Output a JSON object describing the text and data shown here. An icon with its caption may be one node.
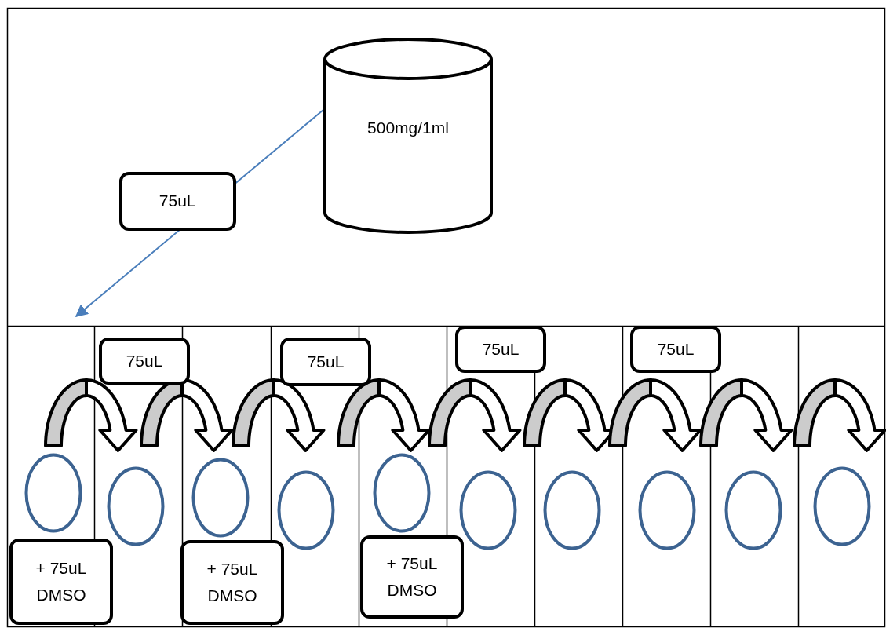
{
  "diagram": {
    "nodes": [
      {
        "text": [
          "500mg/1ml"
        ]
      },
      {
        "text": [
          "75uL"
        ]
      },
      {
        "text": [
          "75uL"
        ]
      },
      {
        "text": [
          "75uL"
        ]
      },
      {
        "text": [
          "75uL"
        ]
      },
      {
        "text": [],
        "shape": "ellipse"
      },
      {
        "text": [],
        "shape": "ellipse"
      },
      {
        "text": [],
        "shape": "ellipse"
      },
      {
        "text": [],
        "shape": "ellipse"
      },
      {
        "text": [],
        "shape": "ellipse"
      },
      {
        "text": [],
        "shape": "ellipse"
      },
      {
        "text": [],
        "shape": "ellipse"
      },
      {
        "text": [],
        "shape": "ellipse"
      },
      {
        "text": [],
        "shape": "ellipse"
      },
      {
        "text": [],
        "shape": "ellipse"
      },
      {
        "text": [
          "+ 75uL DMSO"
        ]
      },
      {
        "text": [
          "+ 75uL DMSO"
        ]
      },
      {
        "text": [
          "+ 75uL DMSO"
        ]
      }
    ],
    "edges": [
      {
        "from": 0,
        "to": null,
        "arrow": "to",
        "label": "75uL",
        "color": "#4a7ebb"
      },
      {
        "from": 5,
        "to": 6,
        "arrow": "to",
        "style": "thick"
      },
      {
        "from": 6,
        "to": 7,
        "arrow": "to",
        "style": "thick"
      },
      {
        "from": 7,
        "to": 8,
        "arrow": "to",
        "style": "thick"
      },
      {
        "from": 8,
        "to": 9,
        "arrow": "to",
        "style": "thick"
      },
      {
        "from": 9,
        "to": 10,
        "arrow": "to",
        "style": "thick"
      },
      {
        "from": 10,
        "to": 11,
        "arrow": "to",
        "style": "thick"
      },
      {
        "from": 11,
        "to": 12,
        "arrow": "to",
        "style": "thick"
      },
      {
        "from": 12,
        "to": 13,
        "arrow": "to",
        "style": "thick"
      },
      {
        "from": 13,
        "to": 14,
        "arrow": "to",
        "style": "thick"
      }
    ]
  }
}
